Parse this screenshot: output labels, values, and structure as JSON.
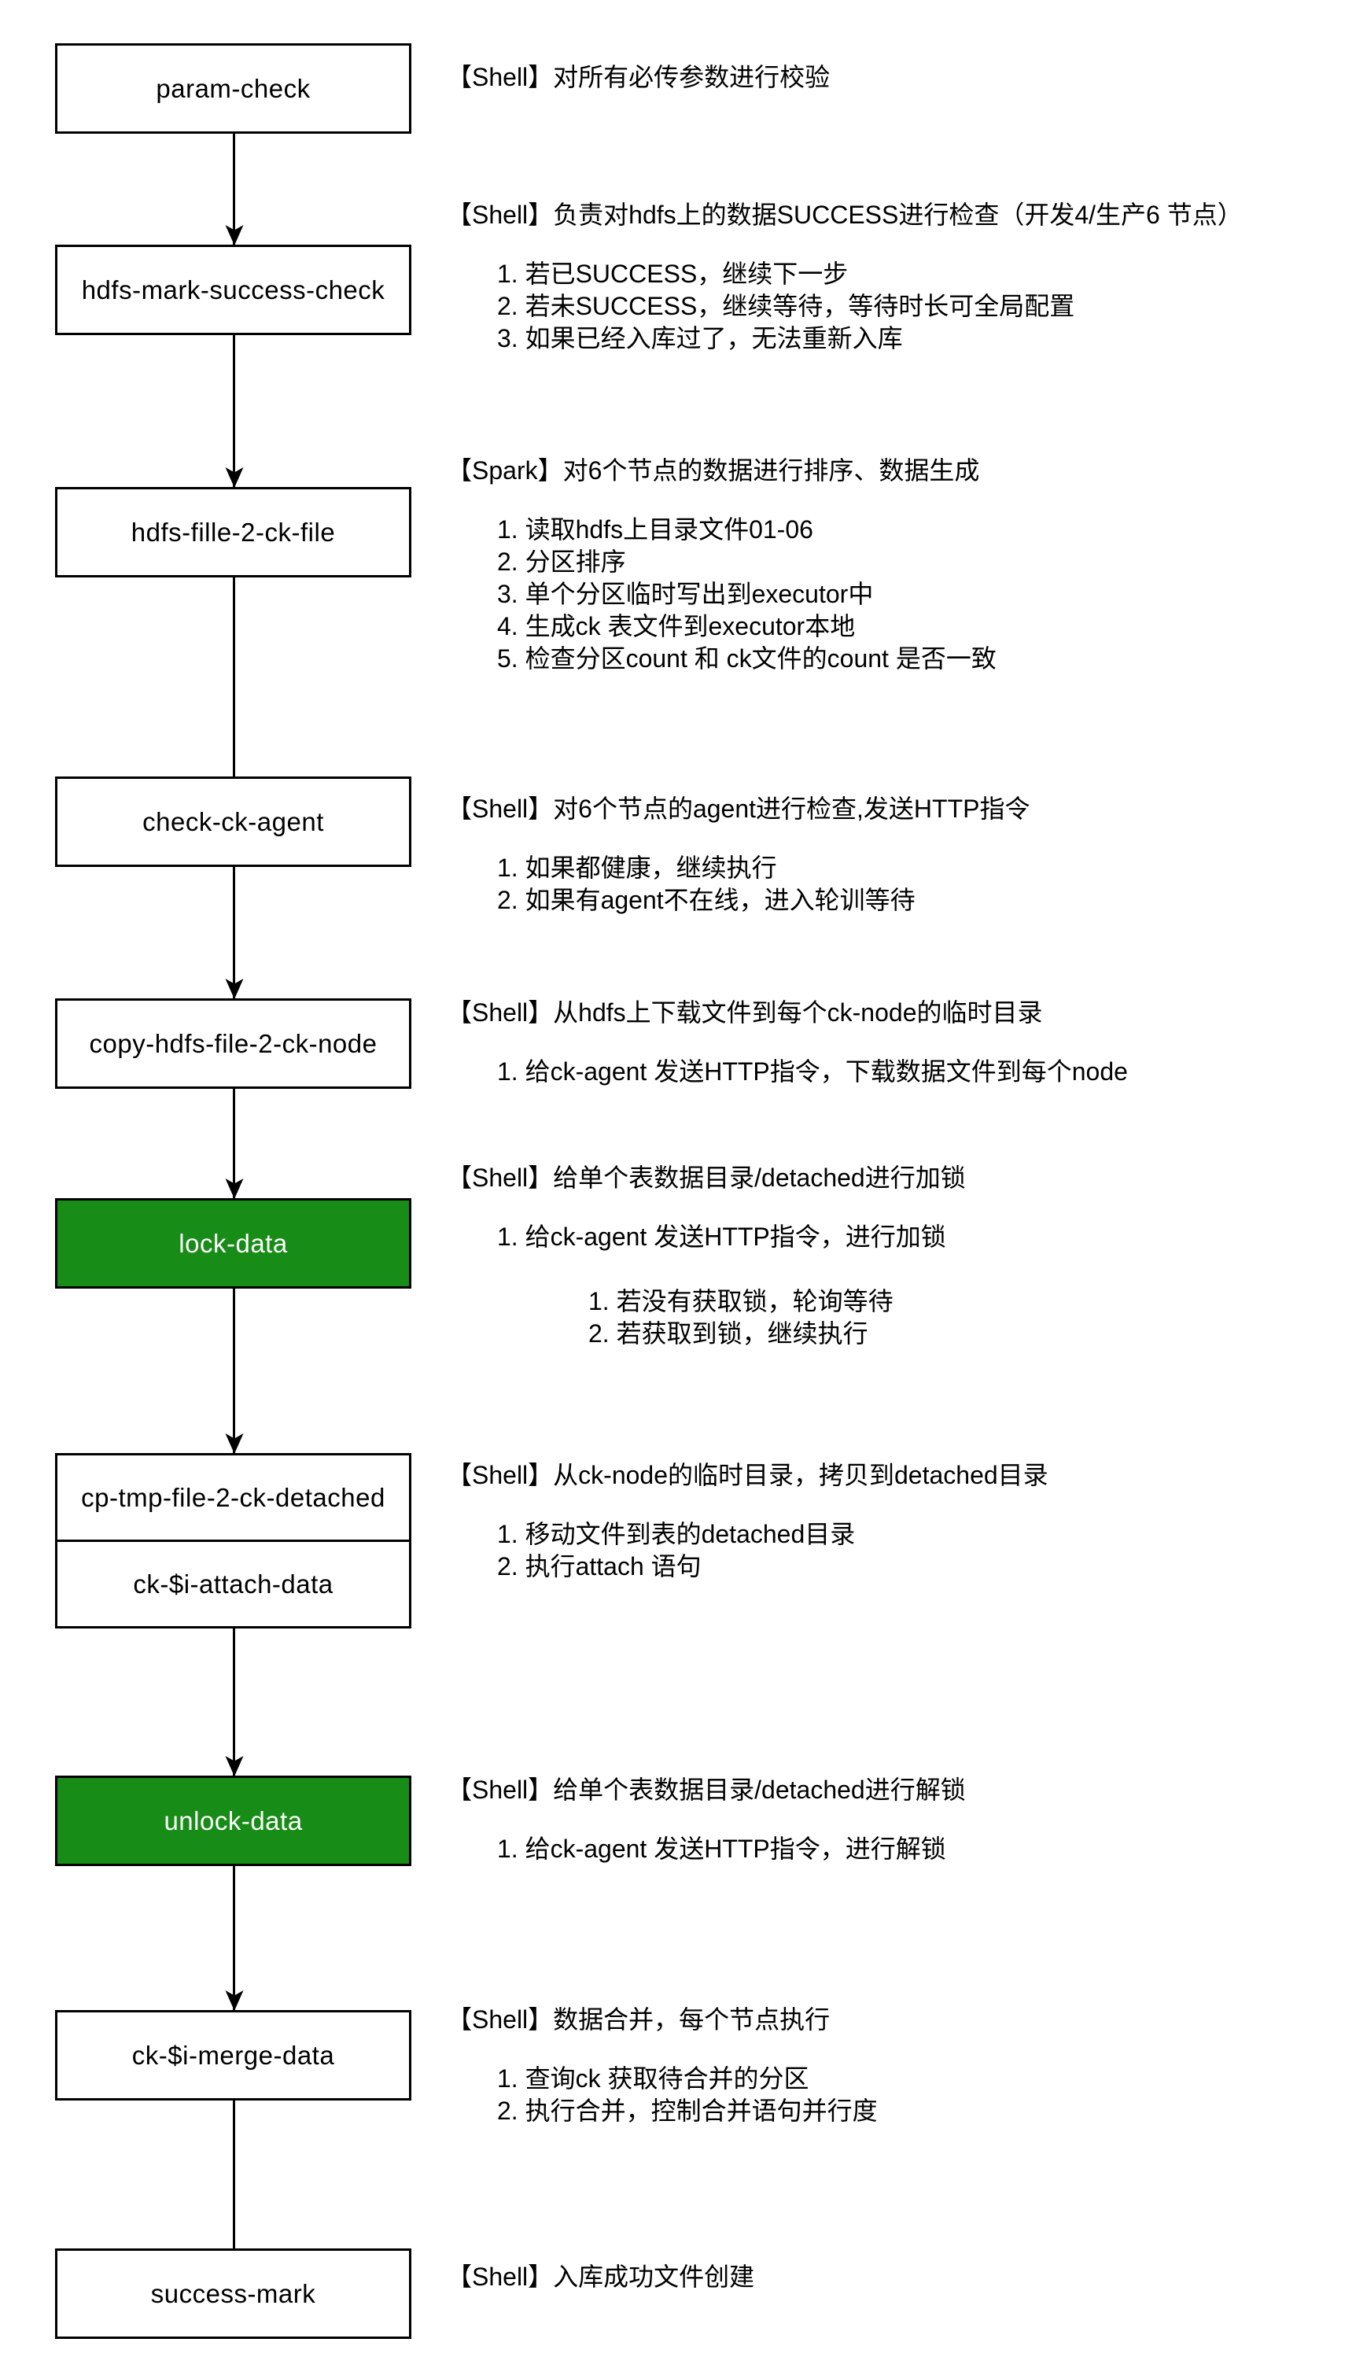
{
  "colors": {
    "background": "#ffffff",
    "node_fill": "#ffffff",
    "node_border": "#000000",
    "highlight_fill": "#178c17",
    "highlight_text": "#ffffff",
    "text_color": "#000000",
    "edge_color": "#000000"
  },
  "flow": {
    "nodes": [
      {
        "label": "param-check",
        "style": "plain"
      },
      {
        "label": "hdfs-mark-success-check",
        "style": "plain"
      },
      {
        "label": "hdfs-fille-2-ck-file",
        "style": "plain"
      },
      {
        "label": "check-ck-agent",
        "style": "plain"
      },
      {
        "label": "copy-hdfs-file-2-ck-node",
        "style": "plain"
      },
      {
        "label": "lock-data",
        "style": "highlight"
      },
      {
        "label": "cp-tmp-file-2-ck-detached",
        "style": "plain-group-top"
      },
      {
        "label": "ck-$i-attach-data",
        "style": "plain-group-bottom"
      },
      {
        "label": "unlock-data",
        "style": "highlight"
      },
      {
        "label": "ck-$i-merge-data",
        "style": "plain"
      },
      {
        "label": "success-mark",
        "style": "plain"
      }
    ],
    "edges": [
      {
        "from": "param-check",
        "to": "hdfs-mark-success-check",
        "arrow": true
      },
      {
        "from": "hdfs-mark-success-check",
        "to": "hdfs-fille-2-ck-file",
        "arrow": true
      },
      {
        "from": "hdfs-fille-2-ck-file",
        "to": "check-ck-agent",
        "arrow": false
      },
      {
        "from": "check-ck-agent",
        "to": "copy-hdfs-file-2-ck-node",
        "arrow": true
      },
      {
        "from": "copy-hdfs-file-2-ck-node",
        "to": "lock-data",
        "arrow": true
      },
      {
        "from": "lock-data",
        "to": "cp-tmp-file-2-ck-detached",
        "arrow": true
      },
      {
        "from": "ck-$i-attach-data",
        "to": "unlock-data",
        "arrow": true
      },
      {
        "from": "unlock-data",
        "to": "ck-$i-merge-data",
        "arrow": true
      },
      {
        "from": "ck-$i-merge-data",
        "to": "success-mark",
        "arrow": false
      }
    ]
  },
  "sections": [
    {
      "header": "【Shell】对所有必传参数进行校验",
      "items": [],
      "subitems": []
    },
    {
      "header": "【Shell】负责对hdfs上的数据SUCCESS进行检查（开发4/生产6 节点）",
      "items": [
        "1. 若已SUCCESS，继续下一步",
        "2. 若未SUCCESS，继续等待，等待时长可全局配置",
        "3. 如果已经入库过了，无法重新入库"
      ],
      "subitems": []
    },
    {
      "header": "【Spark】对6个节点的数据进行排序、数据生成",
      "items": [
        "1. 读取hdfs上目录文件01-06",
        "2. 分区排序",
        "3. 单个分区临时写出到executor中",
        "4. 生成ck 表文件到executor本地",
        "5. 检查分区count 和 ck文件的count 是否一致"
      ],
      "subitems": []
    },
    {
      "header": "【Shell】对6个节点的agent进行检查,发送HTTP指令",
      "items": [
        "1. 如果都健康，继续执行",
        "2. 如果有agent不在线，进入轮训等待"
      ],
      "subitems": []
    },
    {
      "header": "【Shell】从hdfs上下载文件到每个ck-node的临时目录",
      "items": [
        "1. 给ck-agent 发送HTTP指令，下载数据文件到每个node"
      ],
      "subitems": []
    },
    {
      "header": "【Shell】给单个表数据目录/detached进行加锁",
      "items": [
        "1. 给ck-agent 发送HTTP指令，进行加锁"
      ],
      "subitems": [
        "1. 若没有获取锁，轮询等待",
        "2. 若获取到锁，继续执行"
      ]
    },
    {
      "header": "【Shell】从ck-node的临时目录，拷贝到detached目录",
      "items": [
        "1. 移动文件到表的detached目录",
        "2. 执行attach 语句"
      ],
      "subitems": []
    },
    {
      "header": "【Shell】给单个表数据目录/detached进行解锁",
      "items": [
        "1. 给ck-agent 发送HTTP指令，进行解锁"
      ],
      "subitems": []
    },
    {
      "header": "【Shell】数据合并，每个节点执行",
      "items": [
        "1. 查询ck 获取待合并的分区",
        "2. 执行合并，控制合并语句并行度"
      ],
      "subitems": []
    },
    {
      "header": "【Shell】入库成功文件创建",
      "items": [],
      "subitems": []
    }
  ]
}
